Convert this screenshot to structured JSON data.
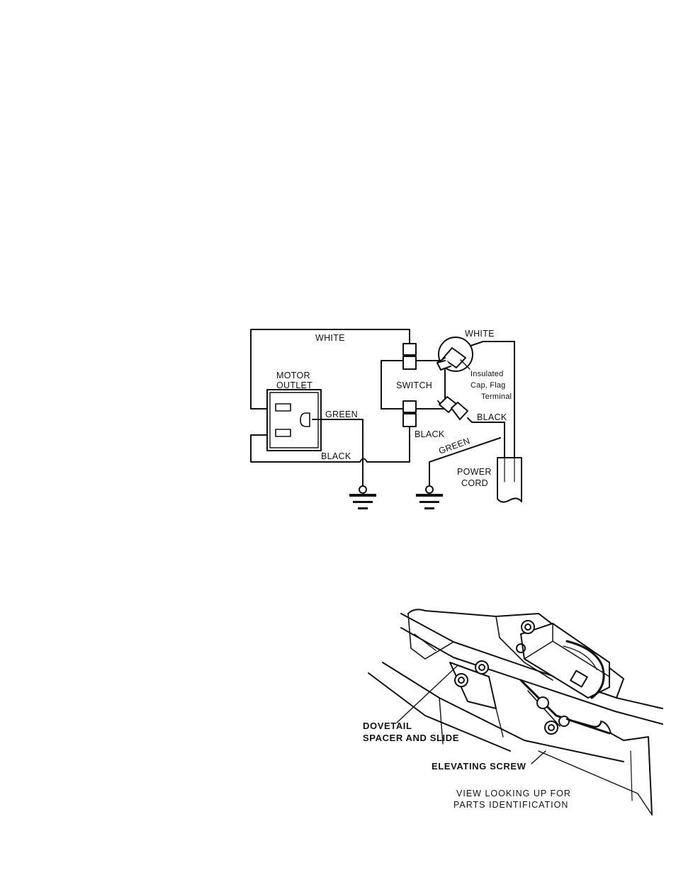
{
  "wiring_diagram": {
    "labels": {
      "white_top": "WHITE",
      "white_right": "WHITE",
      "motor_outlet_line1": "MOTOR",
      "motor_outlet_line2": "OUTLET",
      "switch": "SWITCH",
      "insulated_line1": "Insulated",
      "insulated_line2": "Cap, Flag",
      "insulated_line3": "Terminal",
      "green_outlet": "GREEN",
      "black_right": "BLACK",
      "black_switch": "BLACK",
      "black_bottom": "BLACK",
      "green_cord": "GREEN",
      "power_cord_line1": "POWER",
      "power_cord_line2": "CORD"
    }
  },
  "underside_view": {
    "labels": {
      "dovetail_line1": "DOVETAIL",
      "dovetail_line2": "SPACER AND SLIDE",
      "elevating_screw": "ELEVATING SCREW",
      "view_line1": "VIEW LOOKING UP FOR",
      "view_line2": "PARTS IDENTIFICATION"
    }
  }
}
